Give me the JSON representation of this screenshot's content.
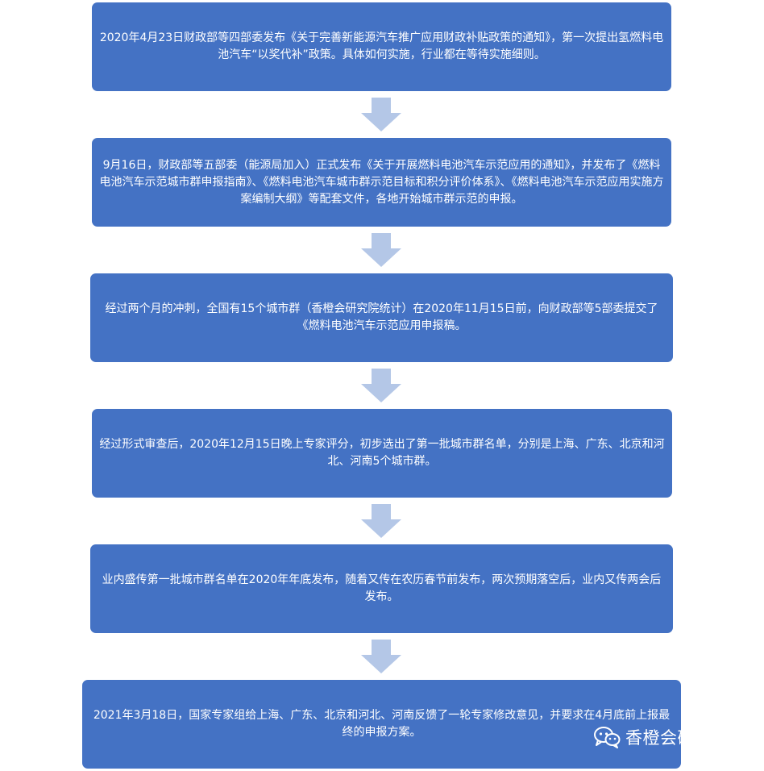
{
  "steps": [
    "2020年4月23日财政部等四部委发布《关于完善新能源汽车推广应用财政补贴政策的通知》，第一次提出氢燃料电池汽车“以奖代补”政策。具体如何实施，行业都在等待实施细则。",
    "9月16日，财政部等五部委（能源局加入）正式发布《关于开展燃料电池汽车示范应用的通知》，并发布了《燃料电池汽车示范城市群申报指南》、《燃料电池汽车城市群示范目标和积分评价体系》、《燃料电池汽车示范应用实施方案编制大纲》等配套文件，各地开始城市群示范的申报。",
    "经过两个月的冲刺，全国有15个城市群（香橙会研究院统计）在2020年11月15日前，向财政部等5部委提交了《燃料电池汽车示范应用申报稿。",
    "经过形式审查后，2020年12月15日晚上专家评分，初步选出了第一批城市群名单，分别是上海、广东、北京和河北、河南5个城市群。",
    "业内盛传第一批城市群名单在2020年年底发布，随着又传在农历春节前发布，两次预期落空后，业内又传两会后发布。",
    "2021年3月18日，国家专家组给上海、广东、北京和河北、河南反馈了一轮专家修改意见，并要求在4月底前上报最终的申报方案。"
  ],
  "watermark": {
    "icon": "wechat-icon",
    "text": "香橙会研究院"
  },
  "colors": {
    "box": "#4472c4",
    "arrow": "#b4c7e7",
    "text": "#ffffff"
  }
}
